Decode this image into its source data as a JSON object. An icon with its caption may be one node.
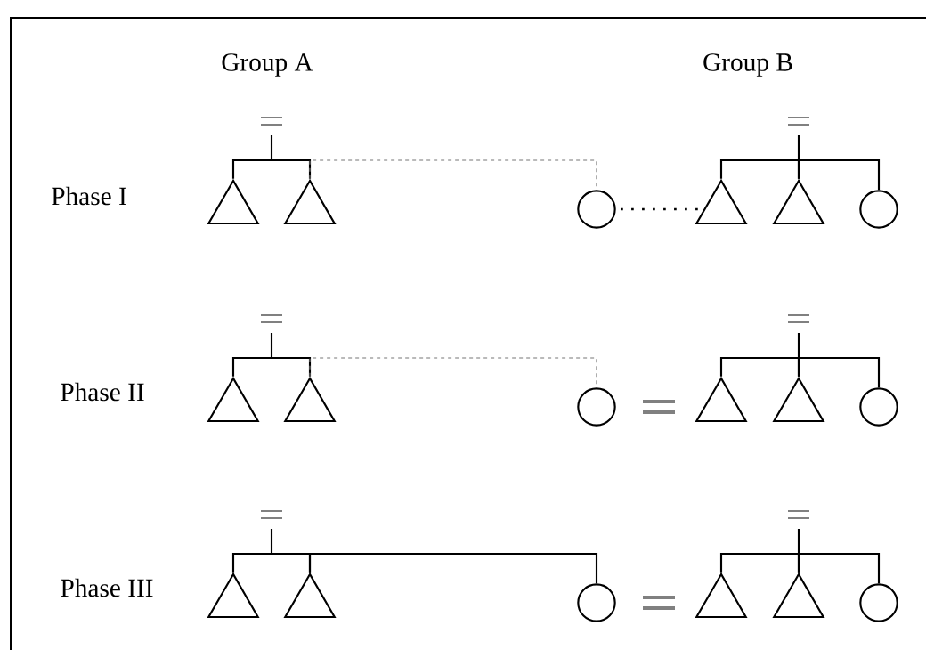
{
  "diagram": {
    "nodes": [
      {
        "text": [],
        "shape": "triangle"
      },
      {
        "text": [],
        "shape": "triangle"
      },
      {
        "text": [],
        "shape": "circle"
      },
      {
        "text": [],
        "shape": "triangle"
      },
      {
        "text": [],
        "shape": "triangle"
      },
      {
        "text": [],
        "shape": "circle"
      },
      {
        "text": [],
        "shape": "triangle"
      },
      {
        "text": [],
        "shape": "triangle"
      },
      {
        "text": [],
        "shape": "circle"
      },
      {
        "text": [],
        "shape": "triangle"
      },
      {
        "text": [],
        "shape": "triangle"
      },
      {
        "text": [],
        "shape": "circle"
      },
      {
        "text": [],
        "shape": "triangle"
      },
      {
        "text": [],
        "shape": "triangle"
      },
      {
        "text": [],
        "shape": "circle"
      },
      {
        "text": [],
        "shape": "triangle"
      },
      {
        "text": [],
        "shape": "triangle"
      },
      {
        "text": [],
        "shape": "circle"
      }
    ],
    "edges": [
      {
        "from": 0,
        "to": 1,
        "arrow": "none"
      },
      {
        "from": 1,
        "to": 2,
        "arrow": "none",
        "style": "dashed",
        "color": "#777777"
      },
      {
        "from": 3,
        "to": 4,
        "arrow": "none"
      },
      {
        "from": 4,
        "to": 5,
        "arrow": "none"
      },
      {
        "from": 2,
        "to": 3,
        "arrow": "none",
        "style": "dashed"
      },
      {
        "from": 6,
        "to": 7,
        "arrow": "none"
      },
      {
        "from": 7,
        "to": 8,
        "arrow": "none",
        "style": "dashed",
        "color": "#777777"
      },
      {
        "from": 9,
        "to": 10,
        "arrow": "none"
      },
      {
        "from": 10,
        "to": 11,
        "arrow": "none"
      },
      {
        "from": 12,
        "to": 13,
        "arrow": "none"
      },
      {
        "from": 13,
        "to": 14,
        "arrow": "none"
      },
      {
        "from": 15,
        "to": 16,
        "arrow": "none"
      },
      {
        "from": 16,
        "to": 17,
        "arrow": "none"
      }
    ],
    "labels": [
      "Group A",
      "Group B",
      "Phase I",
      "Phase II",
      "Phase III"
    ]
  }
}
